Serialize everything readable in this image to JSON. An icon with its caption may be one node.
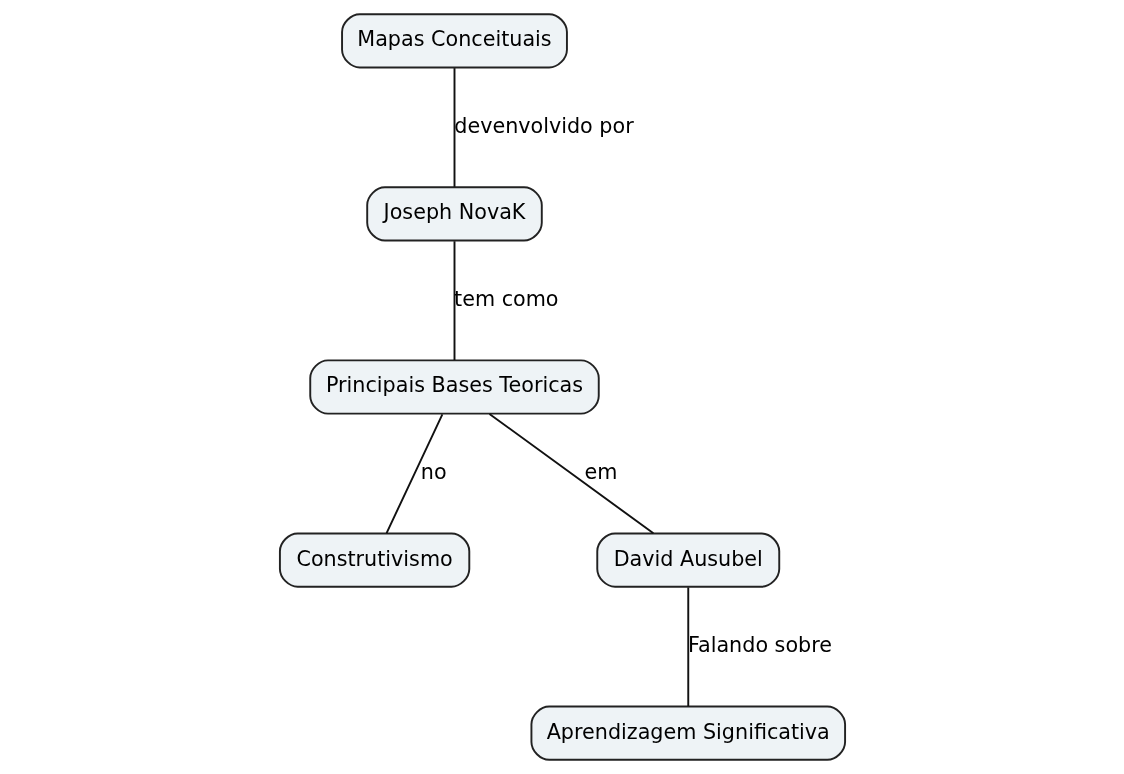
{
  "diagram": {
    "nodes": [
      {
        "text": [
          "Mapas Conceituais"
        ]
      },
      {
        "text": [
          "Joseph NovaK"
        ]
      },
      {
        "text": [
          "Principais Bases Teoricas"
        ]
      },
      {
        "text": [
          "Construtivismo"
        ]
      },
      {
        "text": [
          "David Ausubel"
        ]
      },
      {
        "text": [
          "Aprendizagem Significativa"
        ]
      }
    ],
    "edges": [
      {
        "from": 0,
        "to": 1,
        "arrow": "none",
        "label": "devenvolvido por"
      },
      {
        "from": 1,
        "to": 2,
        "arrow": "none",
        "label": "tem como"
      },
      {
        "from": 2,
        "to": 3,
        "arrow": "none",
        "label": "no"
      },
      {
        "from": 2,
        "to": 4,
        "arrow": "none",
        "label": "em"
      },
      {
        "from": 4,
        "to": 5,
        "arrow": "none",
        "label": "Falando sobre"
      }
    ]
  }
}
